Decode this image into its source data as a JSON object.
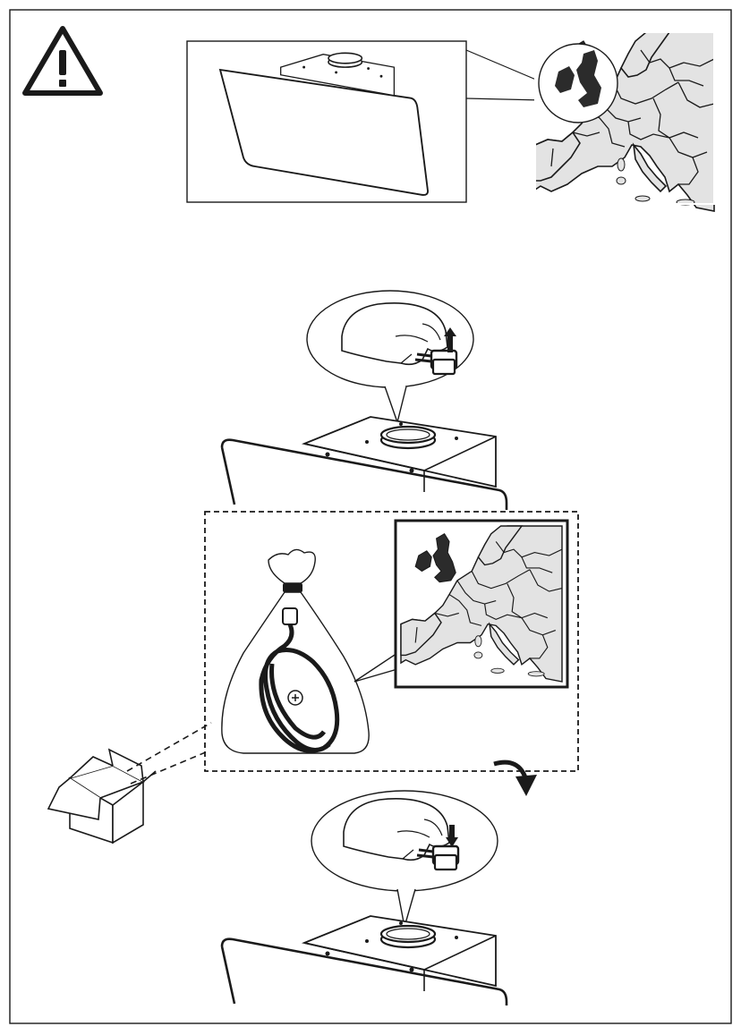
{
  "page": {
    "background": "#ffffff",
    "line_color": "#1a1a1a",
    "map_fill": "#e3e3e3",
    "highlight_fill": "#2b2b2b"
  },
  "icons": {
    "warning": "warning-triangle-icon",
    "region": "uk-ireland-map-icon",
    "box": "cardboard-box-icon",
    "bag": "plastic-bag-icon",
    "cable": "uk-plug-cable-icon",
    "remove_arrow": "arrow-up-icon",
    "insert_arrow": "arrow-down-icon",
    "flow_arrow": "curved-arrow-icon"
  },
  "steps": [
    {
      "action": "view-hood",
      "region_highlight": "uk-ireland"
    },
    {
      "action": "remove-connector",
      "direction": "up"
    },
    {
      "action": "take-cable-from-box",
      "region_highlight": "uk-ireland"
    },
    {
      "action": "insert-connector",
      "direction": "down"
    }
  ]
}
